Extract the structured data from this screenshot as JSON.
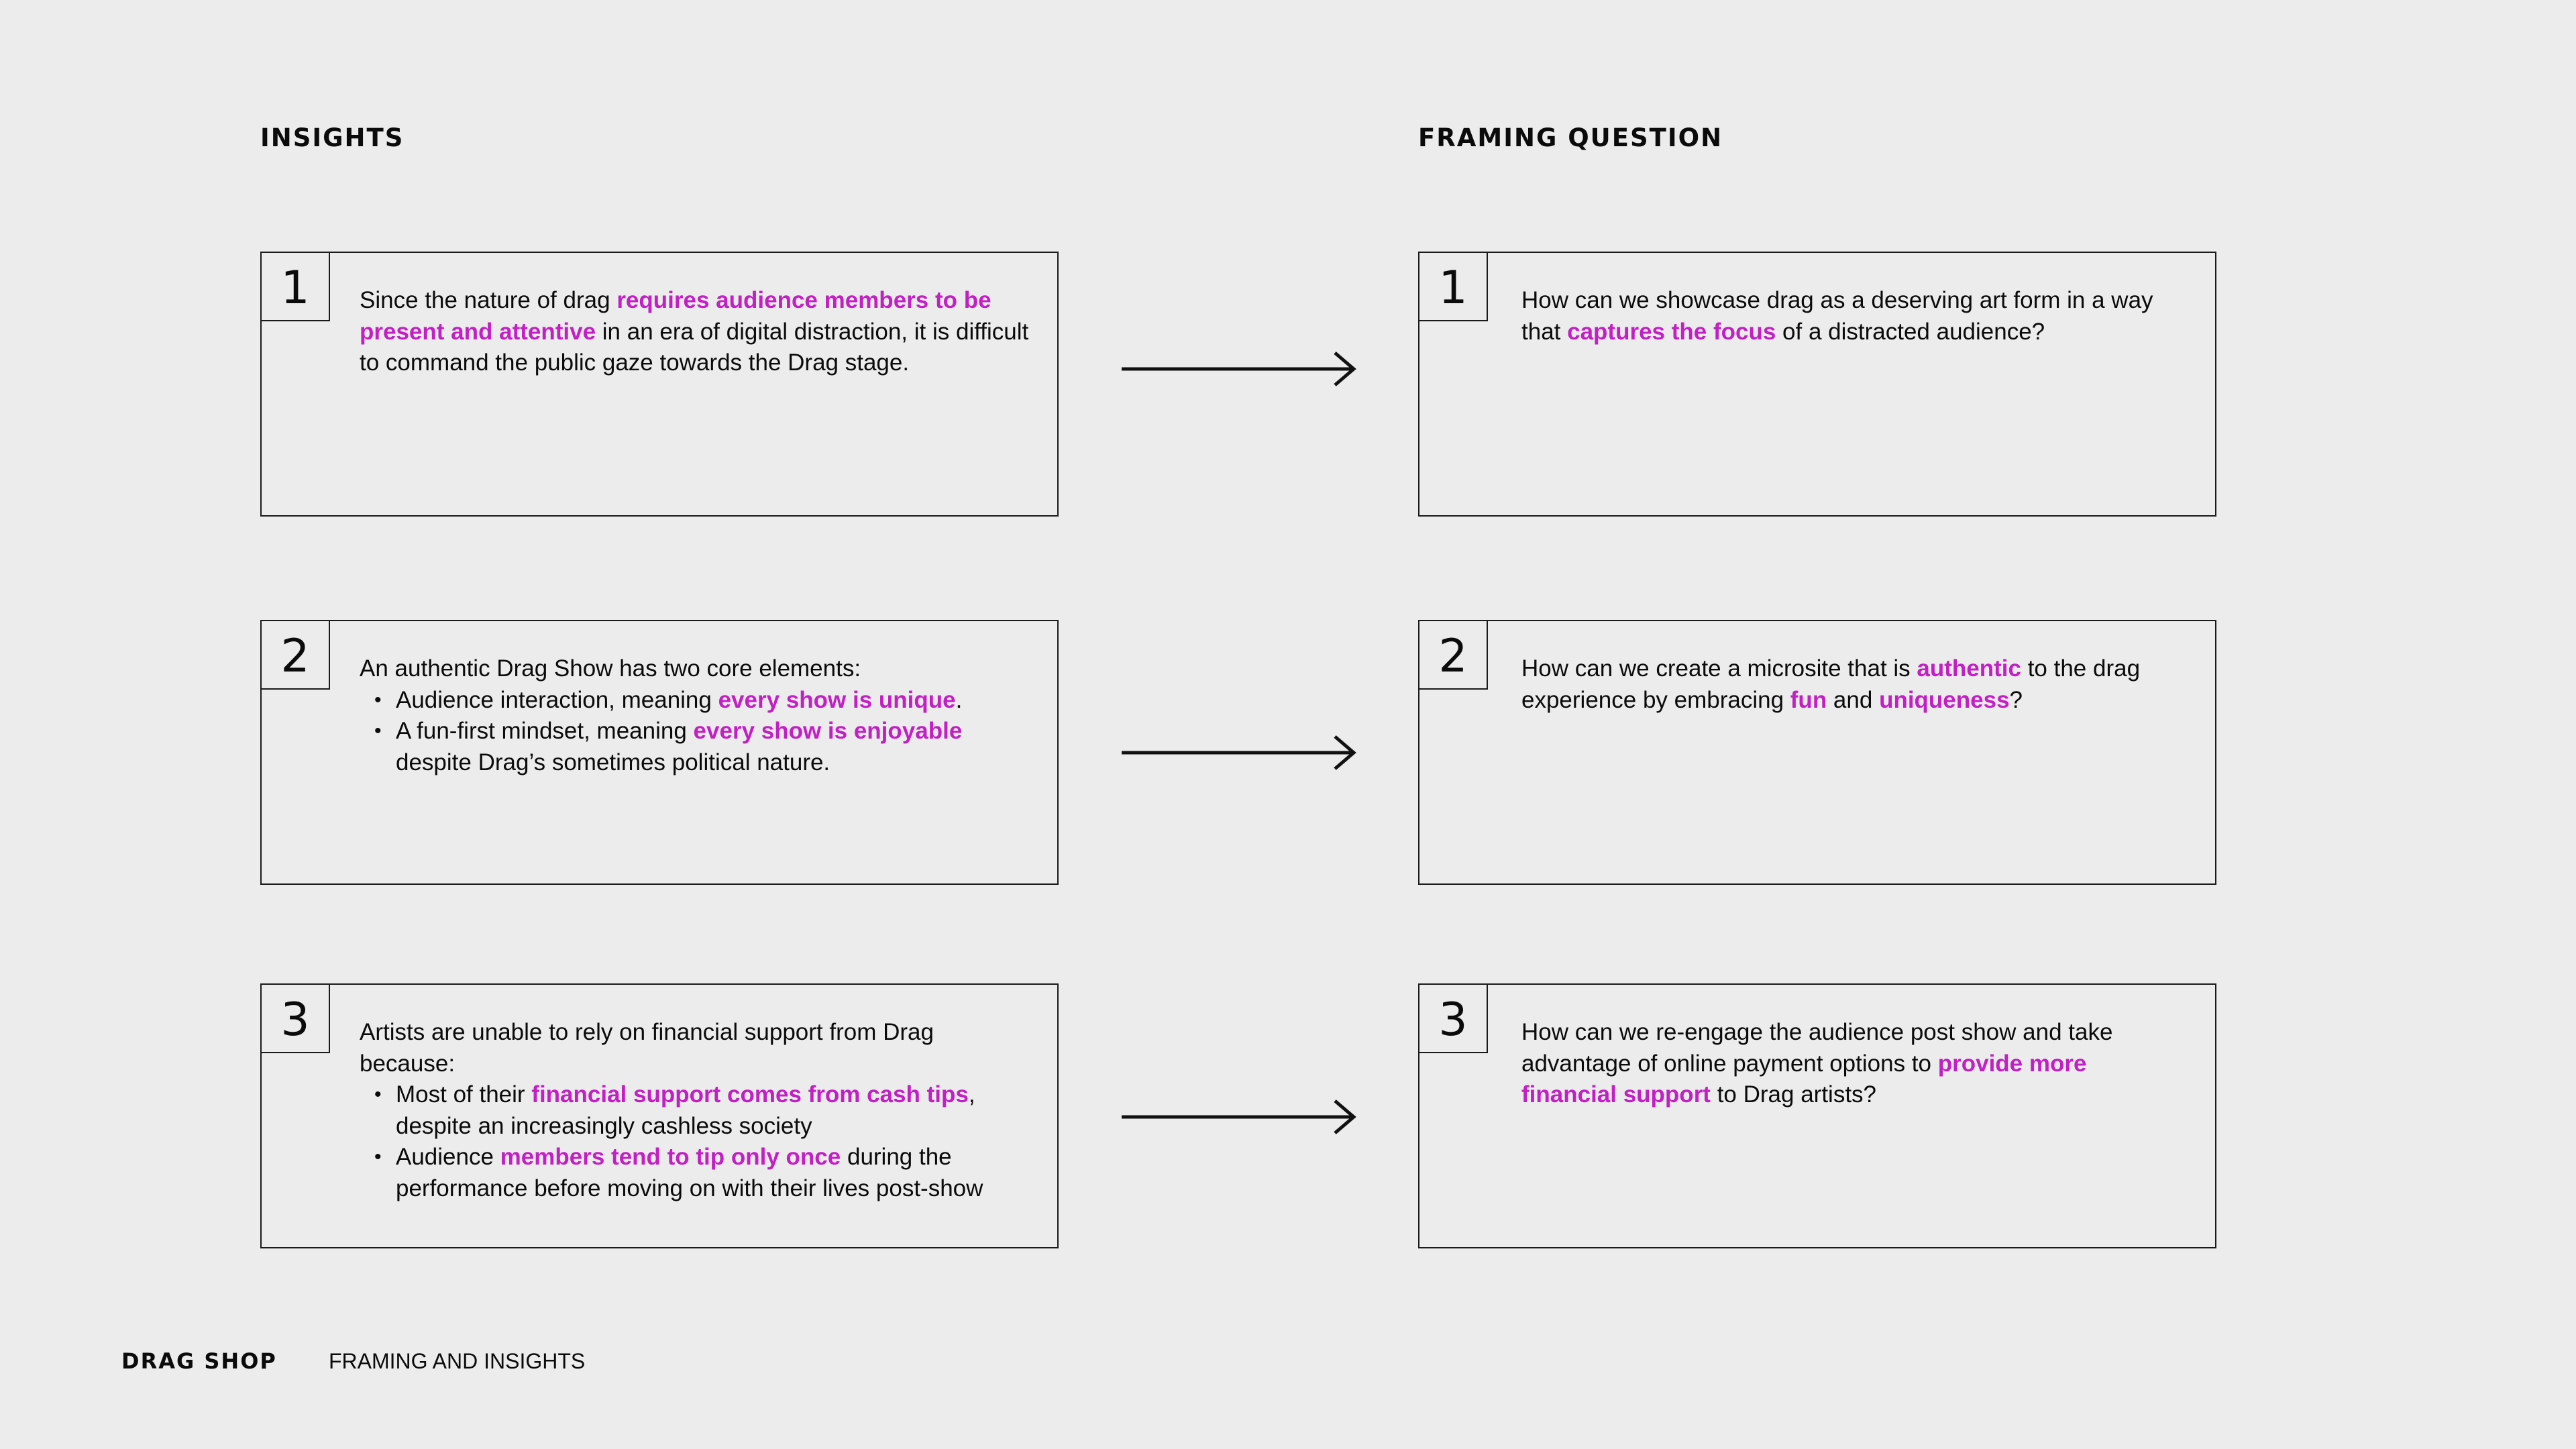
{
  "headings": {
    "insights": "INSIGHTS",
    "framing": "FRAMING QUESTION"
  },
  "accent_color": "#c21fc4",
  "rows": [
    {
      "insight": {
        "number": "1",
        "p1": "Since the nature of drag ",
        "h1": "requires audience members to be present and attentive",
        "p2": " in an era of digital distraction, it is difficult to command the public gaze towards the Drag stage."
      },
      "question": {
        "number": "1",
        "p1": "How can we showcase drag as a deserving art form in a way that ",
        "h1": "captures the focus",
        "p2": " of a distracted audience?"
      },
      "arrow_icon": "right-arrow-icon"
    },
    {
      "insight": {
        "number": "2",
        "intro": "An authentic Drag Show has two core elements:",
        "b1_p1": "Audience interaction, meaning ",
        "b1_h": "every show is unique",
        "b1_p2": ".",
        "b2_p1": "A fun-first mindset, meaning ",
        "b2_h": "every show is enjoyable",
        "b2_p2": " despite Drag’s sometimes political nature."
      },
      "question": {
        "number": "2",
        "p1": "How can we create a microsite that is ",
        "h1": "authentic",
        "p2": " to the drag experience by embracing ",
        "h2": "fun",
        "p3": " and ",
        "h3": "uniqueness",
        "p4": "?"
      },
      "arrow_icon": "right-arrow-icon"
    },
    {
      "insight": {
        "number": "3",
        "intro": "Artists are unable to rely on financial support from Drag because:",
        "b1_p1": "Most of their ",
        "b1_h": "financial support comes from cash tips",
        "b1_p2": ", despite an increasingly cashless society",
        "b2_p1": "Audience ",
        "b2_h": "members tend to tip only once",
        "b2_p2": " during the performance before moving on with their lives post-show"
      },
      "question": {
        "number": "3",
        "p1": "How can we re-engage the audience post show and take advantage of online payment options to ",
        "h1": "provide more financial support",
        "p2": " to Drag artists?"
      },
      "arrow_icon": "right-arrow-icon"
    }
  ],
  "footer": {
    "brand": "DRAG SHOP",
    "title": "FRAMING AND INSIGHTS"
  }
}
